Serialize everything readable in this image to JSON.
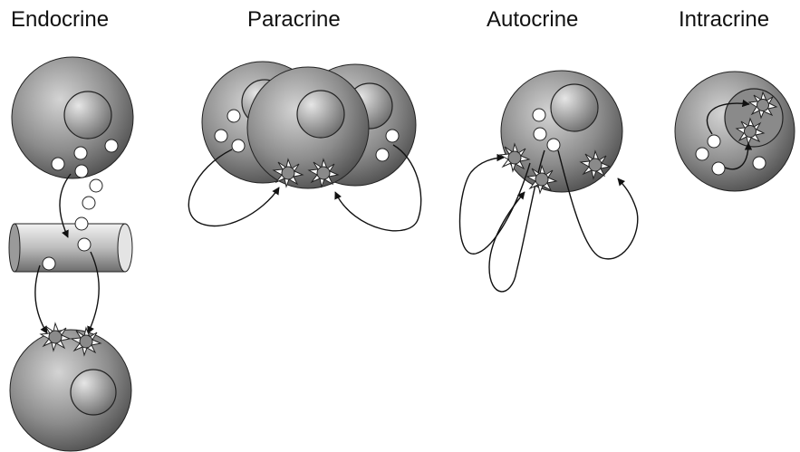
{
  "titles": {
    "endocrine": "Endocrine",
    "paracrine": "Paracrine",
    "autocrine": "Autocrine",
    "intracrine": "Intracrine"
  },
  "colors": {
    "cell_light": "#c8c8c8",
    "cell_dark": "#5a5a5a",
    "nucleus_light": "#e0e0e0",
    "nucleus_dark": "#707070",
    "ligand_fill": "#ffffff",
    "receptor_fill": "#8a8a8a",
    "stroke": "#111111"
  }
}
